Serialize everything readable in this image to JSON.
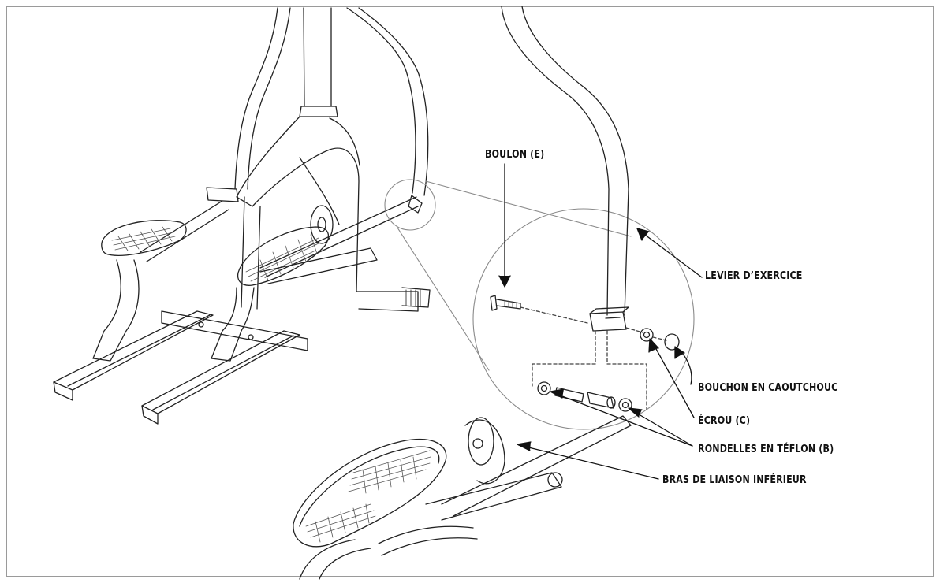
{
  "diagram": {
    "labels": {
      "boulon": "BOULON (E)",
      "levier": "LEVIER D’EXERCICE",
      "bouchon": "BOUCHON EN CAOUTCHOUC",
      "ecrou": "ÉCROU (C)",
      "rondelles": "RONDELLES EN TÉFLON (B)",
      "bras": "BRAS DE LIAISON INFÉRIEUR"
    }
  }
}
